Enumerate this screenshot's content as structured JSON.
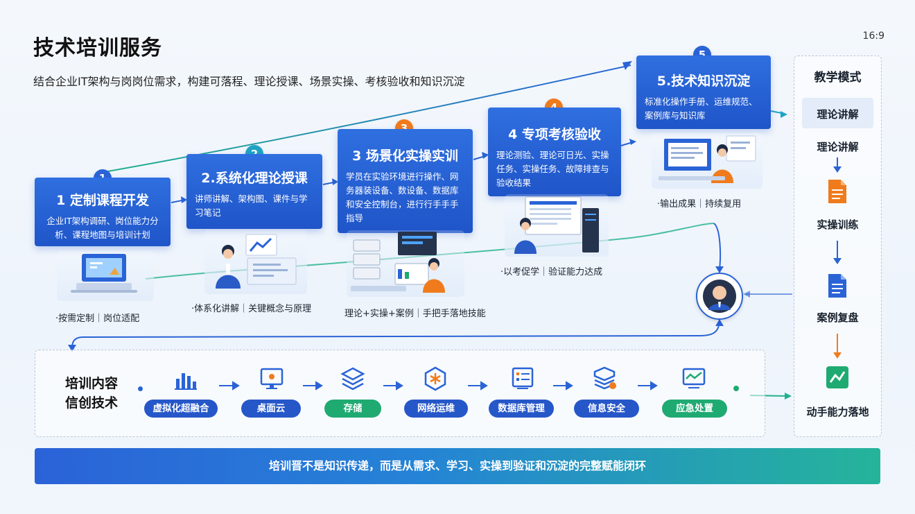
{
  "header": {
    "title": "技术培训服务",
    "ratio": "16:9",
    "subtitle": "结合企业IT架构与岗岗位需求，构建可落程、理论授课、场景实操、考核验收和知识沉淀"
  },
  "steps": [
    {
      "num": "1",
      "title": "1 定制课程开发",
      "desc": "企业IT架构调研、岗位能力分析、课程地图与培训计划",
      "caption": "·按需定制｜岗位适配"
    },
    {
      "num": "2",
      "title": "2.系统化理论授课",
      "desc": "讲师讲解、架构图、课件与学习笔记",
      "caption": "·体系化讲解｜关键概念与原理"
    },
    {
      "num": "3",
      "title": "3 场景化实操实训",
      "desc": "学员在实验环境进行操作、网务器装设备、数设备、数据库和安全控制台，进行行手手手指导",
      "caption": "理论+实操+案例｜手把手落地技能"
    },
    {
      "num": "4",
      "title": "4 专项考核验收",
      "desc": "理论测验、理论可日光、实操任务、实操任务、故障排查与验收结果",
      "caption": "·以考促学｜验证能力达成"
    },
    {
      "num": "5",
      "title": "5.技术知识沉淀",
      "desc": "标准化操作手册、运维规范、案例库与知识库",
      "caption": "·输出成果｜持续复用"
    }
  ],
  "sidebar": {
    "title": "教学模式",
    "items": [
      "理论讲解",
      "理论讲解",
      "实操训练",
      "案例复盘",
      "动手能力落地"
    ]
  },
  "content": {
    "title_line1": "培训内容",
    "title_line2": "信创技术",
    "items": [
      "虚拟化超融合",
      "桌面云",
      "存储",
      "网络运维",
      "数据库管理",
      "信息安全",
      "应急处置"
    ]
  },
  "banner": "培训晋不是知识传递，而是从需求、学习、实操到验证和沉淀的完整赋能闭环",
  "colors": {
    "primary": "#2a63d6",
    "teal": "#1fa3c5",
    "orange": "#f07b1d",
    "green": "#1faa72"
  }
}
